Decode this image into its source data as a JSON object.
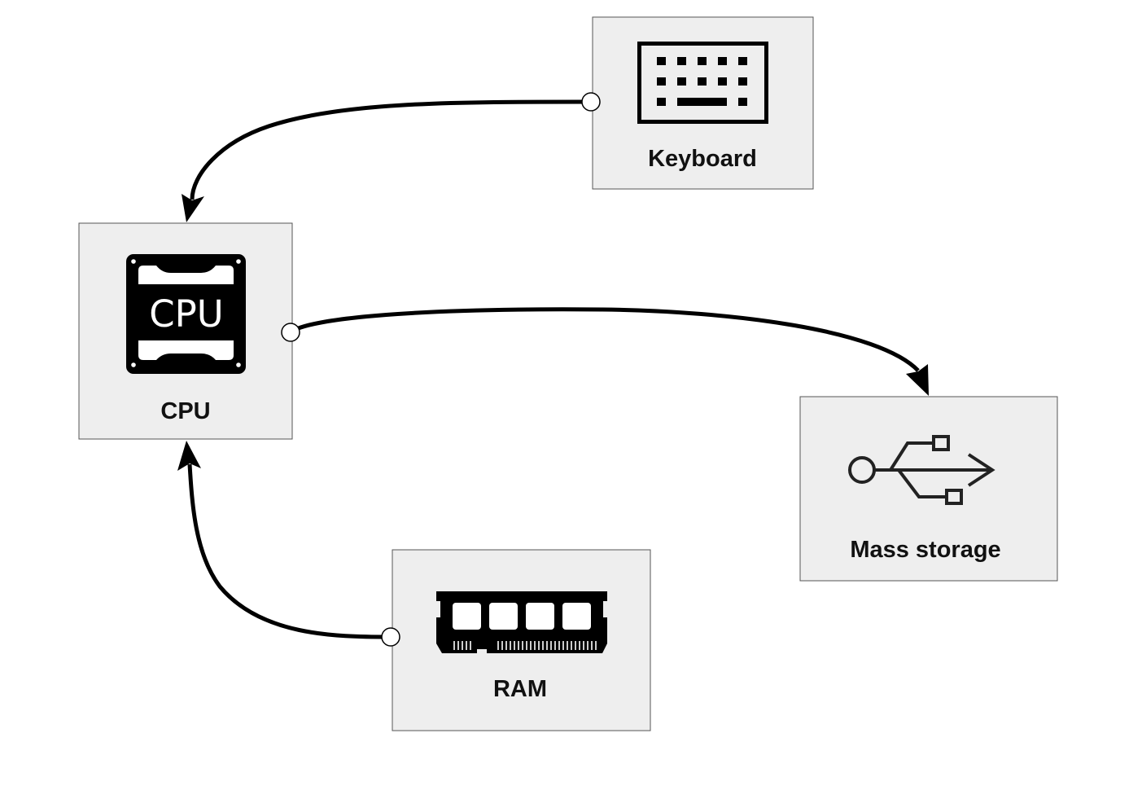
{
  "nodes": [
    {
      "id": "keyboard",
      "label": "Keyboard",
      "icon": "keyboard-icon"
    },
    {
      "id": "cpu",
      "label": "CPU",
      "icon": "cpu-chip-icon",
      "icon_text": "CPU"
    },
    {
      "id": "mass_storage",
      "label": "Mass storage",
      "icon": "usb-icon"
    },
    {
      "id": "ram",
      "label": "RAM",
      "icon": "ram-module-icon"
    }
  ],
  "edges": [
    {
      "id": "keyboard-to-cpu",
      "from": "keyboard",
      "to": "cpu"
    },
    {
      "id": "cpu-to-mass-storage",
      "from": "cpu",
      "to": "mass_storage"
    },
    {
      "id": "ram-to-cpu",
      "from": "ram",
      "to": "cpu"
    }
  ],
  "colors": {
    "node_fill": "#eeeeee",
    "node_border": "#555555",
    "edge": "#000000",
    "icon": "#000000"
  }
}
